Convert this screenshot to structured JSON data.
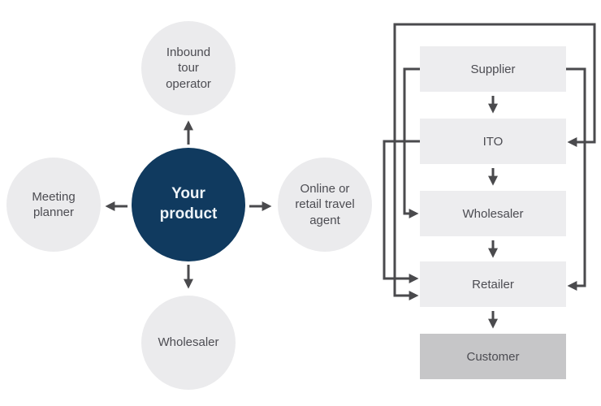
{
  "colors": {
    "hub_center_fill": "#103a5f",
    "hub_center_text": "#edf3f8",
    "node_fill": "#ebebed",
    "box_fill": "#ededef",
    "customer_fill": "#c6c6c8",
    "line": "#4a4a4d",
    "text": "#4c4c52"
  },
  "hub": {
    "center": {
      "label": "Your\nproduct"
    },
    "satellites": [
      {
        "id": "inbound-tour-operator",
        "position": "top",
        "label": "Inbound\ntour\noperator"
      },
      {
        "id": "meeting-planner",
        "position": "left",
        "label": "Meeting\nplanner"
      },
      {
        "id": "online-retail-travel-agent",
        "position": "right",
        "label": "Online or\nretail travel\nagent"
      },
      {
        "id": "wholesaler",
        "position": "bottom",
        "label": "Wholesaler"
      }
    ],
    "edges": [
      {
        "from": "Your product",
        "to": "Inbound tour operator"
      },
      {
        "from": "Your product",
        "to": "Meeting planner"
      },
      {
        "from": "Your product",
        "to": "Online or retail travel agent"
      },
      {
        "from": "Your product",
        "to": "Wholesaler"
      }
    ]
  },
  "flowchart": {
    "boxes": [
      {
        "id": "supplier",
        "label": "Supplier"
      },
      {
        "id": "ito",
        "label": "ITO"
      },
      {
        "id": "wholesaler",
        "label": "Wholesaler"
      },
      {
        "id": "retailer",
        "label": "Retailer"
      },
      {
        "id": "customer",
        "label": "Customer"
      }
    ],
    "edges": [
      {
        "from": "Supplier",
        "to": "ITO",
        "route": "direct"
      },
      {
        "from": "ITO",
        "to": "Wholesaler",
        "route": "direct"
      },
      {
        "from": "Wholesaler",
        "to": "Retailer",
        "route": "direct"
      },
      {
        "from": "Retailer",
        "to": "Customer",
        "route": "direct"
      },
      {
        "from": "Supplier",
        "to": "Wholesaler",
        "route": "left-bypass"
      },
      {
        "from": "Supplier",
        "to": "Retailer",
        "route": "right-bypass"
      },
      {
        "from": "ITO",
        "to": "Retailer",
        "route": "left-bypass"
      },
      {
        "connects": [
          "ITO",
          "Retailer"
        ],
        "route": "outer-top-loop",
        "arrowheads": "both-ends"
      }
    ]
  }
}
